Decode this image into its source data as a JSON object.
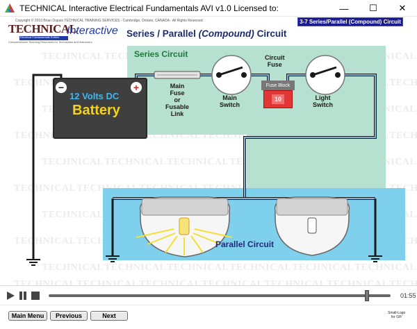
{
  "window": {
    "title": "TECHNICAL Interactive Electrical Fundamentals AVI v1.0    Licensed to:",
    "minimize_glyph": "—",
    "maximize_glyph": "☐",
    "close_glyph": "✕"
  },
  "slide": {
    "copyright": "Copyright © 2010 Brian Dupuis TECHNICAL TRAINING SERVICES - Cambridge, Ontario, CANADA - All Rights Reserved",
    "logo_word1": "TECHNICAL",
    "logo_word2": "Interactive",
    "logo_edition": "Electrical Fundamentals Edition",
    "logo_tagline": "Comprehensive Teaching Resources for Technicians and Instructors",
    "tag": "3-7 Series/Parallel (Compound) Circuit",
    "heading_pre": "Series / Parallel ",
    "heading_em": "(Compound)",
    "heading_post": " Circuit",
    "watermark": "TECHNICAL",
    "series_label": "Series Circuit",
    "parallel_label": "Parallel Circuit",
    "battery_volts": "12 Volts DC",
    "battery_label": "Battery",
    "battery_neg": "−",
    "battery_pos": "+",
    "main_fuse_label": [
      "Main",
      "Fuse",
      "or",
      "Fusable",
      "Link"
    ],
    "main_switch_label": [
      "Main",
      "Switch"
    ],
    "circuit_fuse_label": [
      "Circuit",
      "Fuse"
    ],
    "fuse_block_label": "Fuse Block",
    "fuse_rating": "10",
    "light_switch_label": [
      "Light",
      "Switch"
    ]
  },
  "player": {
    "time": "01:55",
    "progress": 0.93
  },
  "nav": {
    "main_menu": "Main Menu",
    "previous": "Previous",
    "next": "Next",
    "small_logo_line1": "Small-Logo",
    "small_logo_line2": "for GIF"
  },
  "colors": {
    "series_bg": "#b6e0cf",
    "parallel_bg": "#7fd0ec",
    "heading": "#1c2c6c",
    "tag_bg": "#1a1a8c",
    "battery_volts": "#3fb8f0",
    "battery_label": "#f7d11e",
    "fuse_red": "#e23636"
  }
}
